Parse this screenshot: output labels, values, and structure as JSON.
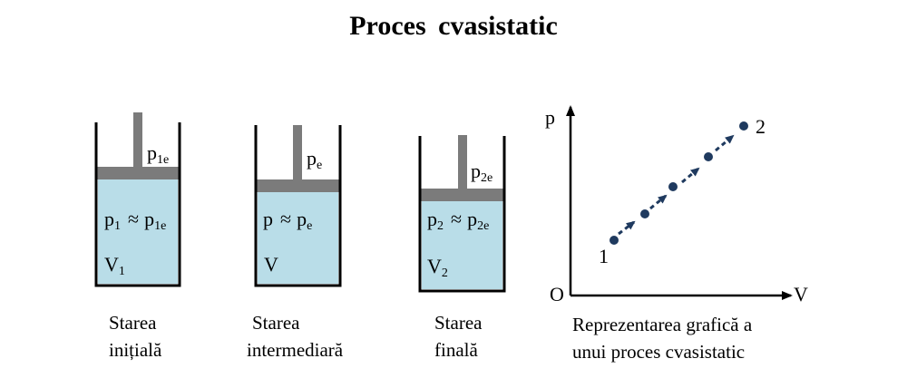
{
  "title": "Proces  cvasistatic",
  "cylinders": [
    {
      "piston": {
        "p": "p",
        "sub": "1e"
      },
      "eq": {
        "lhs": "p",
        "lhs_sub": "1",
        "approx": "≈",
        "rhs": "p",
        "rhs_sub": "1e"
      },
      "vol": {
        "v": "V",
        "sub": "1"
      },
      "caption": [
        "Starea",
        "inițială"
      ]
    },
    {
      "piston": {
        "p": "p",
        "sub": "e"
      },
      "eq": {
        "lhs": "p",
        "lhs_sub": "",
        "approx": "≈",
        "rhs": "p",
        "rhs_sub": "e"
      },
      "vol": {
        "v": "V",
        "sub": ""
      },
      "caption": [
        "Starea",
        "intermediară"
      ]
    },
    {
      "piston": {
        "p": "p",
        "sub": "2e"
      },
      "eq": {
        "lhs": "p",
        "lhs_sub": "2",
        "approx": "≈",
        "rhs": "p",
        "rhs_sub": "2e"
      },
      "vol": {
        "v": "V",
        "sub": "2"
      },
      "caption": [
        "Starea",
        "finală"
      ]
    }
  ],
  "graph": {
    "y_axis_label": "p",
    "x_axis_label": "V",
    "origin_label": "O",
    "start_label": "1",
    "end_label": "2",
    "caption": [
      "Reprezentarea grafică a",
      "unui proces cvasistatic"
    ]
  },
  "colors": {
    "gas": "#b9dde8",
    "piston": "#7b7b7b",
    "wall": "#000000",
    "points": "#1f3a5f"
  }
}
